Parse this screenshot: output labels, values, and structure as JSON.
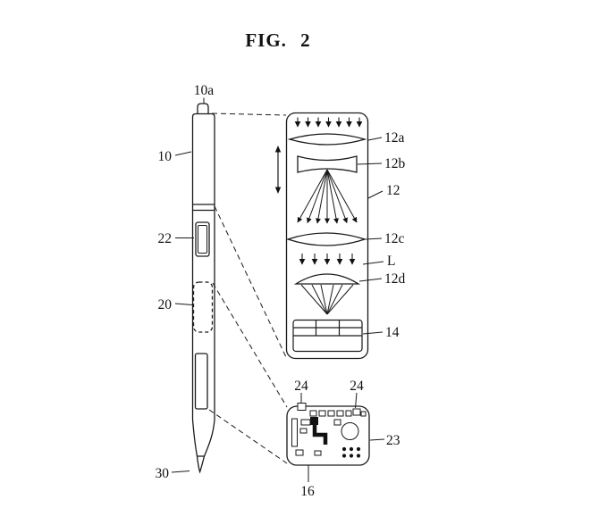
{
  "figure": {
    "title": "FIG. 2",
    "ink_color": "#111111",
    "background_color": "#ffffff"
  },
  "labels": {
    "cap": "10a",
    "body": "10",
    "button": "22",
    "region": "20",
    "tip": "30",
    "lens_a": "12a",
    "lens_b": "12b",
    "assembly": "12",
    "lens_c": "12c",
    "lens_l": "L",
    "lens_d": "12d",
    "sensor": "14",
    "pad_left": "24",
    "pad_right": "24",
    "board": "23",
    "substrate": "16"
  }
}
